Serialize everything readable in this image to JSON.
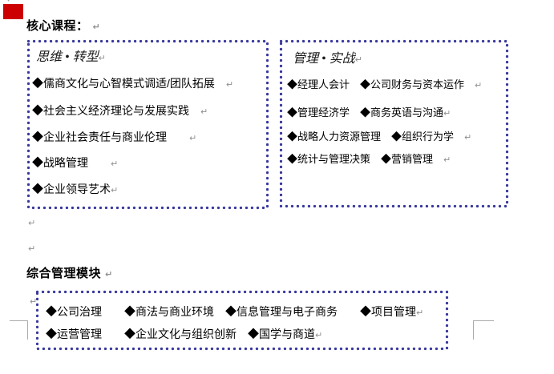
{
  "colors": {
    "dot_border_blue": "#38389e",
    "marker_red": "#cc0000",
    "formatting_mark_gray": "#8f8f8f",
    "margin_mark_gray": "#ababab",
    "text_black": "#000000"
  },
  "chars": {
    "pilcrow": "↵"
  },
  "core": {
    "heading": "核心课程：",
    "left_box": {
      "title": "思维 • 转型",
      "items": [
        "◆儒商文化与心智模式调适/团队拓展　",
        "◆社会主义经济理论与发展实践　",
        "◆企业社会责任与商业伦理　　",
        "◆战略管理　　",
        "◆企业领导艺术"
      ]
    },
    "right_box": {
      "title": "管理 • 实战",
      "items": [
        "◆经理人会计　◆公司财务与资本运作　",
        "◆管理经济学　◆商务英语与沟通",
        "◆战略人力资源管理　◆组织行为学　",
        "◆统计与管理决策　◆营销管理　"
      ]
    }
  },
  "general": {
    "heading": "综合管理模块",
    "box": {
      "lines": [
        "◆公司治理　　◆商法与商业环境　◆信息管理与电子商务　　◆项目管理",
        "◆运营管理　　◆企业文化与组织创新　◆国学与商道"
      ]
    }
  }
}
